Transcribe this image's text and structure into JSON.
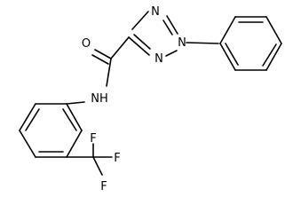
{
  "molecule": {
    "atoms": {
      "n_triazole_top": "N",
      "n_triazole_n1": "N",
      "n_triazole_n2": "N",
      "o_carbonyl": "O",
      "n_amide": "NH",
      "f_top": "F",
      "f_left": "F",
      "f_bottom": "F"
    }
  }
}
